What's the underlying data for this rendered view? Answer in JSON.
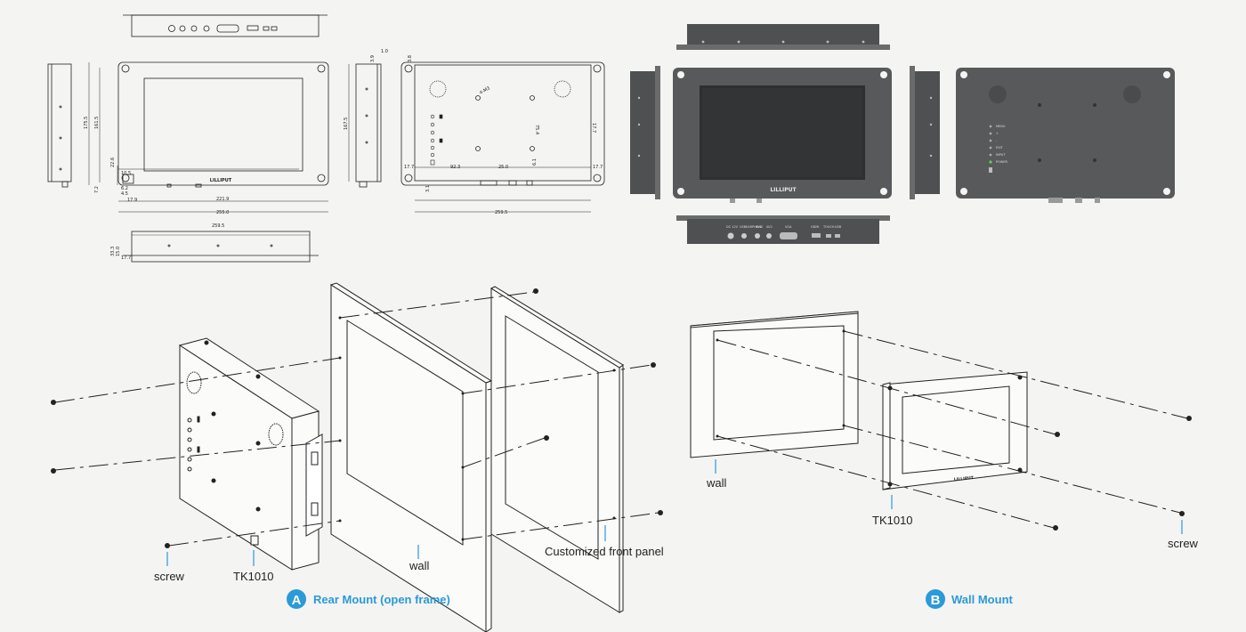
{
  "drawing": {
    "dims": {
      "d1755": "175.5",
      "d1615": "161.5",
      "d226": "22.6",
      "d72": "7.2",
      "d105": "10.5",
      "d62": "6.2",
      "d45": "4.5",
      "d179": "17.9",
      "d2219": "221.9",
      "d2550": "255.0",
      "d1675": "167.5",
      "d39": "3.9",
      "d10": "1.0",
      "d38": "3.8",
      "d177": "17.7",
      "d4m3": "4-M3",
      "d754": "75.4",
      "d1772": "17.7",
      "d923": "92.3",
      "d250": "25.0",
      "d61": "6.1",
      "d1773": "17.7",
      "d31": "3.1",
      "d2595a": "259.5",
      "d2595b": "259.5",
      "d333": "33.3",
      "d150": "15.0",
      "d1774": "17.7"
    }
  },
  "brand": {
    "logo_text": "LILLIPUT"
  },
  "photo_ports": {
    "p1": "DC 12V",
    "p2": "USB",
    "p3": "EARPHONE",
    "p4": "AV1",
    "p5": "AV2",
    "p6": "VGA",
    "p7": "HDMI",
    "p8": "TOUCH",
    "p9": "USB"
  },
  "photo_buttons": [
    "MENU",
    "+",
    "-",
    "EXIT",
    "INPUT",
    "POWER"
  ],
  "rear_mount": {
    "badge": "A",
    "caption": "Rear Mount (open frame)",
    "labels": {
      "screw": "screw",
      "device": "TK1010",
      "wall": "wall",
      "panel": "Customized front panel"
    }
  },
  "wall_mount": {
    "badge": "B",
    "caption": "Wall Mount",
    "labels": {
      "wall": "wall",
      "device": "TK1010",
      "screw": "screw"
    }
  },
  "colors": {
    "background": "#f4f4f2",
    "accent": "#2a9ad8",
    "device_gray": "#58595b",
    "line": "#222222"
  }
}
